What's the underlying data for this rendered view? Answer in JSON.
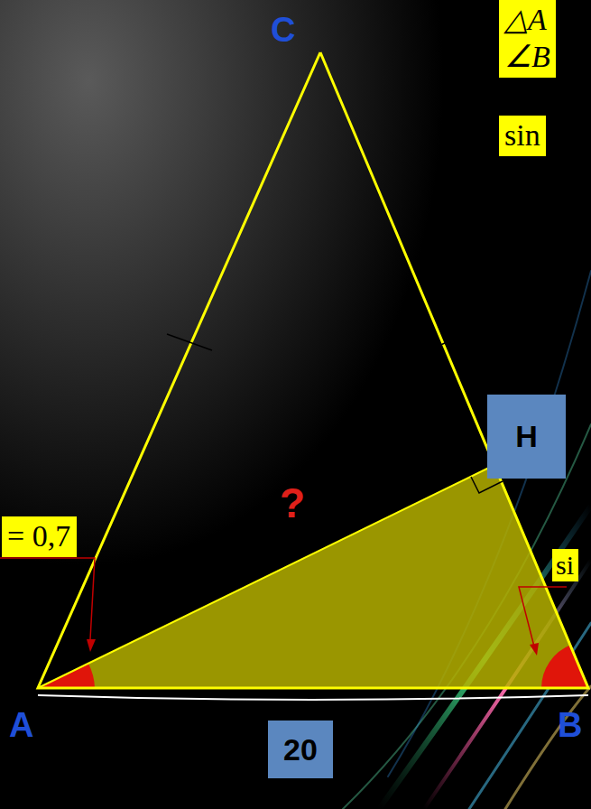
{
  "diagram": {
    "nodes": [
      {
        "text": [
          "△A",
          "∠B"
        ]
      },
      {
        "text": [
          "sin"
        ]
      },
      {
        "text": [
          "= 0,7"
        ]
      },
      {
        "text": [
          "si"
        ]
      },
      {
        "text": [
          "H"
        ]
      },
      {
        "text": [
          "20"
        ]
      }
    ],
    "labels": [
      "C",
      "A",
      "B",
      "?"
    ]
  }
}
